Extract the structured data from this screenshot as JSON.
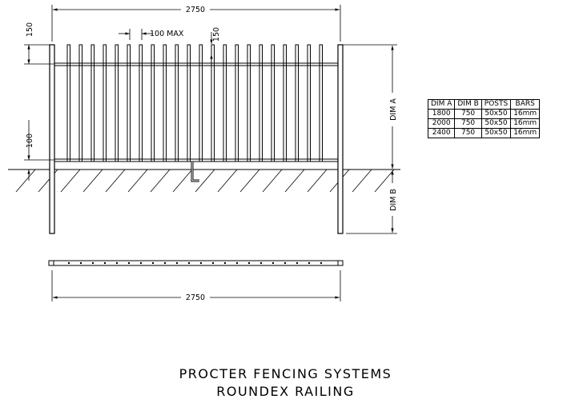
{
  "dimensions": {
    "overall_width_top": "2750",
    "overall_width_bottom": "2750",
    "top_offset": "150",
    "bar_spacing": "100 MAX",
    "bar_projection": "150",
    "bottom_rail_height": "100",
    "dim_a": "DIM A",
    "dim_b": "DIM B"
  },
  "spec_table": {
    "headers": [
      "DIM A",
      "DIM B",
      "POSTS",
      "BARS"
    ],
    "rows": [
      [
        "1800",
        "750",
        "50x50",
        "16mm"
      ],
      [
        "2000",
        "750",
        "50x50",
        "16mm"
      ],
      [
        "2400",
        "750",
        "50x50",
        "16mm"
      ]
    ]
  },
  "title": {
    "line1": "PROCTER FENCING SYSTEMS",
    "line2": "ROUNDEX RAILING"
  }
}
